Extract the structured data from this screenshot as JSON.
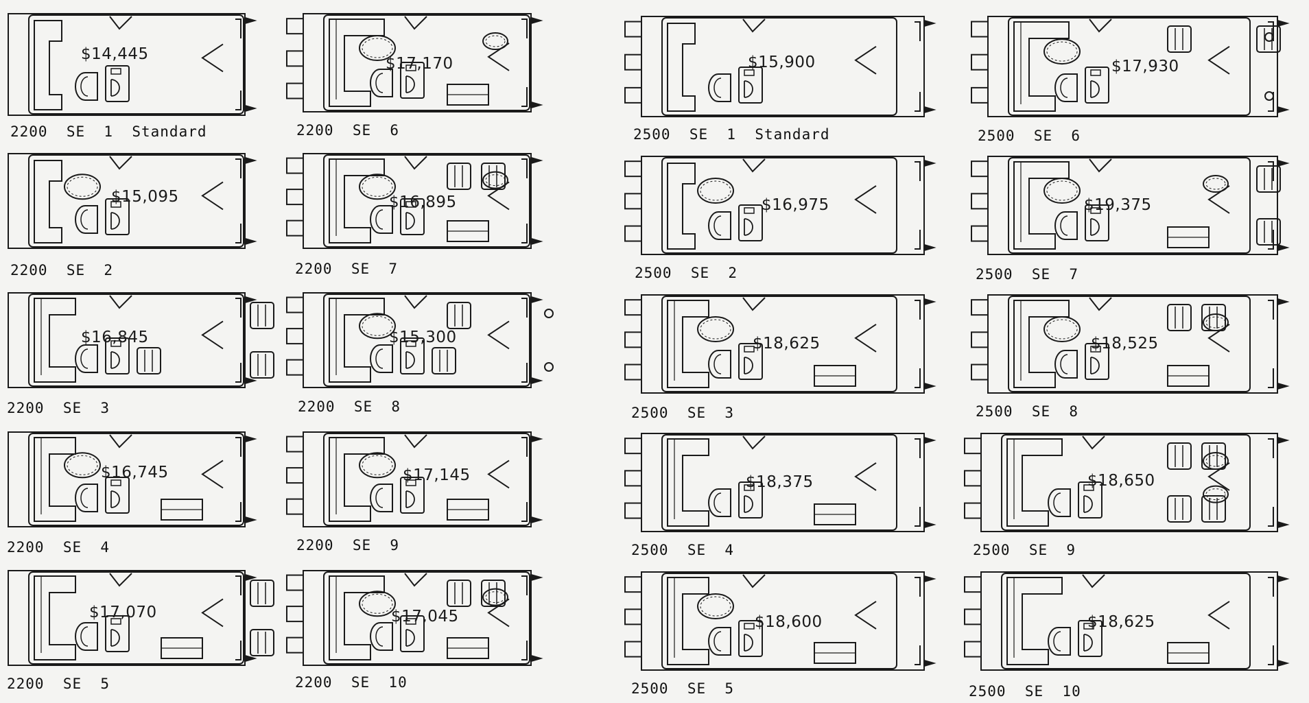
{
  "plans": [
    {
      "label": "2200  SE  1  Standard",
      "price": "$14,445",
      "features": {
        "lounge": "std",
        "tables": [],
        "bases": [],
        "chairs": [],
        "rear": []
      }
    },
    {
      "label": "2200  SE  2",
      "price": "$15,095",
      "features": {
        "lounge": "std",
        "tables": [
          "a"
        ],
        "bases": [],
        "chairs": [],
        "rear": []
      }
    },
    {
      "label": "2200  SE  3",
      "price": "$16,845",
      "features": {
        "lounge": "u",
        "tables": [],
        "bases": [],
        "chairs": [
          "c"
        ],
        "rear": [
          "chairs"
        ]
      }
    },
    {
      "label": "2200  SE  4",
      "price": "$16,745",
      "features": {
        "lounge": "u",
        "tables": [
          "a"
        ],
        "bases": [
          "b"
        ],
        "chairs": [],
        "rear": []
      }
    },
    {
      "label": "2200  SE  5",
      "price": "$17,070",
      "features": {
        "lounge": "u",
        "tables": [],
        "bases": [
          "b"
        ],
        "chairs": [],
        "rear": [
          "chairs"
        ]
      }
    },
    {
      "label": "2200  SE  6",
      "price": "$17,170",
      "features": {
        "lounge": "bow",
        "tables": [
          "a",
          "f"
        ],
        "bases": [
          "b"
        ],
        "chairs": [],
        "rear": []
      }
    },
    {
      "label": "2200  SE  7",
      "price": "$16,895",
      "features": {
        "lounge": "bow",
        "tables": [
          "a",
          "f"
        ],
        "bases": [
          "b"
        ],
        "chairs": [
          "t1",
          "t2"
        ],
        "rear": []
      }
    },
    {
      "label": "2200  SE  8",
      "price": "$15,300",
      "features": {
        "lounge": "bow",
        "tables": [
          "a"
        ],
        "bases": [],
        "chairs": [
          "t1",
          "c"
        ],
        "rear": [
          "circles"
        ]
      }
    },
    {
      "label": "2200  SE  9",
      "price": "$17,145",
      "features": {
        "lounge": "bow",
        "tables": [
          "a"
        ],
        "bases": [
          "b"
        ],
        "chairs": [],
        "rear": []
      }
    },
    {
      "label": "2200  SE  10",
      "price": "$17,045",
      "features": {
        "lounge": "bow",
        "tables": [
          "a",
          "f"
        ],
        "bases": [
          "b"
        ],
        "chairs": [
          "t1",
          "t2"
        ],
        "rear": []
      }
    },
    {
      "label": "2500  SE  1  Standard",
      "price": "$15,900",
      "features": {
        "lounge": "std",
        "tables": [],
        "bases": [],
        "chairs": [],
        "rear": []
      }
    },
    {
      "label": "2500  SE  2",
      "price": "$16,975",
      "features": {
        "lounge": "std",
        "tables": [
          "a"
        ],
        "bases": [],
        "chairs": [],
        "rear": []
      }
    },
    {
      "label": "2500  SE  3",
      "price": "$18,625",
      "features": {
        "lounge": "u",
        "tables": [
          "a"
        ],
        "bases": [
          "b"
        ],
        "chairs": [],
        "rear": []
      }
    },
    {
      "label": "2500  SE  4",
      "price": "$18,375",
      "features": {
        "lounge": "u",
        "tables": [],
        "bases": [
          "b"
        ],
        "chairs": [],
        "rear": []
      }
    },
    {
      "label": "2500  SE  5",
      "price": "$18,600",
      "features": {
        "lounge": "u",
        "tables": [
          "a"
        ],
        "bases": [
          "b"
        ],
        "chairs": [],
        "rear": []
      }
    },
    {
      "label": "2500  SE  6",
      "price": "$17,930",
      "features": {
        "lounge": "bow",
        "tables": [
          "a"
        ],
        "bases": [],
        "chairs": [
          "t1",
          "t3"
        ],
        "rear": [
          "circles"
        ]
      }
    },
    {
      "label": "2500  SE  7",
      "price": "$19,375",
      "features": {
        "lounge": "bow",
        "tables": [
          "a",
          "f"
        ],
        "bases": [
          "b"
        ],
        "chairs": [],
        "rear": [
          "chairs"
        ]
      }
    },
    {
      "label": "2500  SE  8",
      "price": "$18,525",
      "features": {
        "lounge": "bow",
        "tables": [
          "a",
          "f"
        ],
        "bases": [
          "b"
        ],
        "chairs": [
          "t1",
          "t2"
        ],
        "rear": []
      }
    },
    {
      "label": "2500  SE  9",
      "price": "$18,650",
      "features": {
        "lounge": "bow",
        "tables": [
          "f",
          "f2"
        ],
        "bases": [],
        "chairs": [
          "t1",
          "t2",
          "t4",
          "t5"
        ],
        "rear": []
      }
    },
    {
      "label": "2500  SE  10",
      "price": "$18,625",
      "features": {
        "lounge": "bow",
        "tables": [],
        "bases": [
          "b"
        ],
        "chairs": [],
        "rear": []
      }
    }
  ],
  "colors": {
    "ink": "#1a1a1a",
    "paper": "#f4f4f2"
  }
}
